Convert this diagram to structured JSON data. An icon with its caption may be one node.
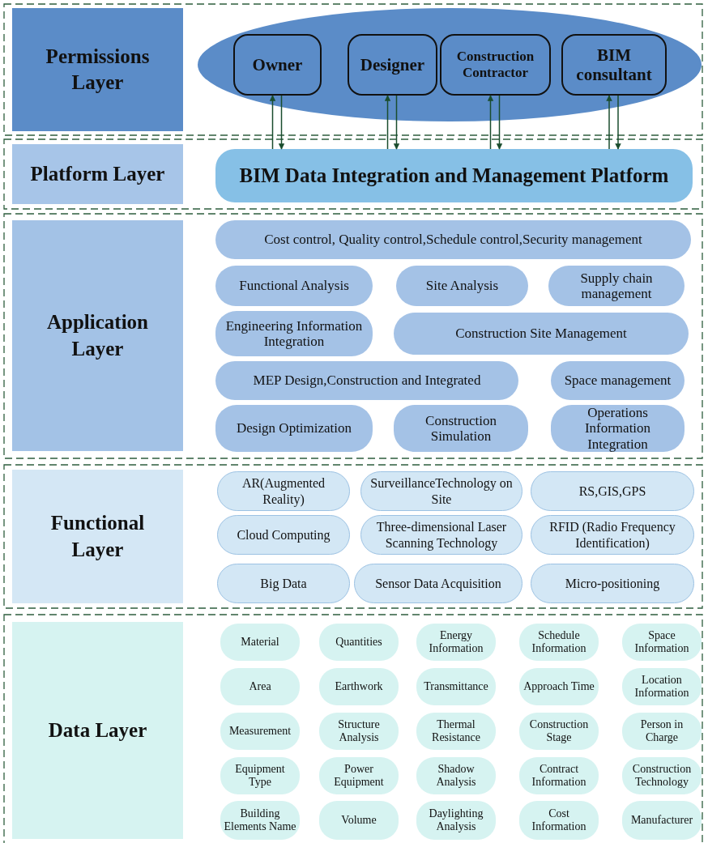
{
  "diagram": {
    "nodes": [
      {
        "text": [
          "Permissions Layer"
        ]
      },
      {
        "text": [],
        "shape": "ellipse"
      },
      {
        "text": [
          "Owner"
        ],
        "in": 1
      },
      {
        "text": [
          "Designer"
        ],
        "in": 1
      },
      {
        "text": [
          "Construction Contractor"
        ],
        "in": 1
      },
      {
        "text": [
          "BIM consultant"
        ],
        "in": 1
      },
      {
        "text": [
          "Platform Layer"
        ]
      },
      {
        "text": [
          "BIM Data Integration and Management Platform"
        ]
      },
      {
        "text": [
          "Application Layer"
        ]
      },
      {
        "text": [
          "Cost control, Quality control,Schedule control,Security management"
        ]
      },
      {
        "text": [
          "Functional Analysis"
        ]
      },
      {
        "text": [
          "Site Analysis"
        ]
      },
      {
        "text": [
          "Supply chain management"
        ]
      },
      {
        "text": [
          "Engineering Information Integration"
        ]
      },
      {
        "text": [
          "Construction Site Management"
        ]
      },
      {
        "text": [
          "MEP Design,Construction and Integrated"
        ]
      },
      {
        "text": [
          "Space management"
        ]
      },
      {
        "text": [
          "Design Optimization"
        ]
      },
      {
        "text": [
          "Construction Simulation"
        ]
      },
      {
        "text": [
          "Operations Information Integration"
        ]
      },
      {
        "text": [
          "Functional Layer"
        ]
      },
      {
        "text": [
          "AR(Augmented Reality)"
        ]
      },
      {
        "text": [
          "SurveillanceTechnology on Site"
        ]
      },
      {
        "text": [
          "RS,GIS,GPS"
        ]
      },
      {
        "text": [
          "Cloud Computing"
        ]
      },
      {
        "text": [
          "Three-dimensional Laser Scanning Technology"
        ]
      },
      {
        "text": [
          "RFID (Radio Frequency Identification)"
        ]
      },
      {
        "text": [
          "Big Data"
        ]
      },
      {
        "text": [
          "Sensor Data Acquisition"
        ]
      },
      {
        "text": [
          "Micro-positioning"
        ]
      },
      {
        "text": [
          "Data Layer"
        ]
      },
      {
        "text": [
          "Material"
        ]
      },
      {
        "text": [
          "Quantities"
        ]
      },
      {
        "text": [
          "Energy Information"
        ]
      },
      {
        "text": [
          "Schedule Information"
        ]
      },
      {
        "text": [
          "Space Information"
        ]
      },
      {
        "text": [
          "Area"
        ]
      },
      {
        "text": [
          "Earthwork"
        ]
      },
      {
        "text": [
          "Transmittance"
        ]
      },
      {
        "text": [
          "Approach Time"
        ]
      },
      {
        "text": [
          "Location Information"
        ]
      },
      {
        "text": [
          "Measurement"
        ]
      },
      {
        "text": [
          "Structure Analysis"
        ]
      },
      {
        "text": [
          "Thermal Resistance"
        ]
      },
      {
        "text": [
          "Construction Stage"
        ]
      },
      {
        "text": [
          "Person in Charge"
        ]
      },
      {
        "text": [
          "Equipment Type"
        ]
      },
      {
        "text": [
          "Power Equipment"
        ]
      },
      {
        "text": [
          "Shadow Analysis"
        ]
      },
      {
        "text": [
          "Contract Information"
        ]
      },
      {
        "text": [
          "Construction Technology"
        ]
      },
      {
        "text": [
          "Building Elements Name"
        ]
      },
      {
        "text": [
          "Volume"
        ]
      },
      {
        "text": [
          "Daylighting Analysis"
        ]
      },
      {
        "text": [
          "Cost Information"
        ]
      },
      {
        "text": [
          "Manufacturer"
        ]
      }
    ],
    "edges": [
      {
        "from": 7,
        "to": 2,
        "arrow": "to"
      },
      {
        "from": 2,
        "to": 7,
        "arrow": "to"
      },
      {
        "from": 7,
        "to": 3,
        "arrow": "to"
      },
      {
        "from": 3,
        "to": 7,
        "arrow": "to"
      },
      {
        "from": 7,
        "to": 4,
        "arrow": "to"
      },
      {
        "from": 4,
        "to": 7,
        "arrow": "to"
      },
      {
        "from": 7,
        "to": 5,
        "arrow": "to"
      },
      {
        "from": 5,
        "to": 7,
        "arrow": "to"
      }
    ]
  }
}
